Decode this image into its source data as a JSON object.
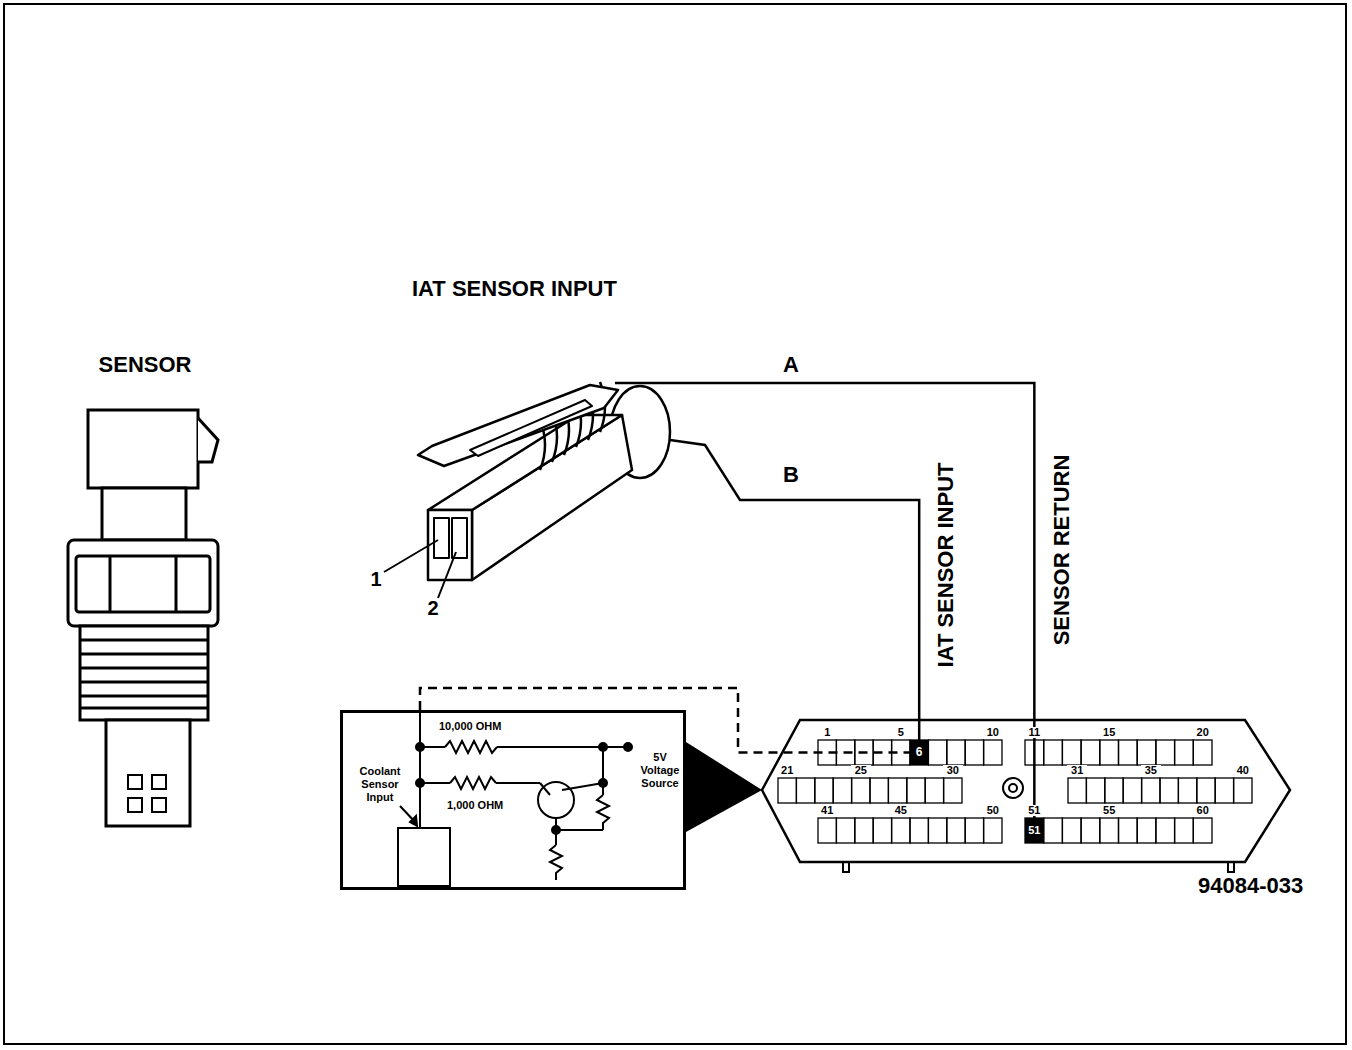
{
  "diagram": {
    "title": "IAT SENSOR INPUT",
    "nodes": [
      {
        "text": [
          "SENSOR"
        ]
      },
      {
        "text": [
          "1",
          "2"
        ]
      },
      {
        "text": [
          "10,000 OHM",
          "1,000 OHM",
          "Coolant Sensor Input",
          "5V Voltage Source"
        ]
      },
      {
        "text": [
          "1",
          "5",
          "10",
          "11",
          "15",
          "20",
          "21",
          "25",
          "30",
          "31",
          "35",
          "40",
          "41",
          "45",
          "50",
          "51",
          "55",
          "60"
        ]
      },
      {
        "text": [
          "6"
        ],
        "in": 3
      },
      {
        "text": [
          "51"
        ],
        "in": 3
      }
    ],
    "edges": [
      {
        "from": 1,
        "to": 4,
        "label": "B",
        "arrow": "none"
      },
      {
        "from": 1,
        "to": 5,
        "label": "A",
        "arrow": "none"
      },
      {
        "from": 2,
        "to": 4,
        "arrow": "none"
      }
    ],
    "labels": [
      "IAT SENSOR INPUT",
      "SENSOR RETURN",
      "94084-033"
    ]
  }
}
